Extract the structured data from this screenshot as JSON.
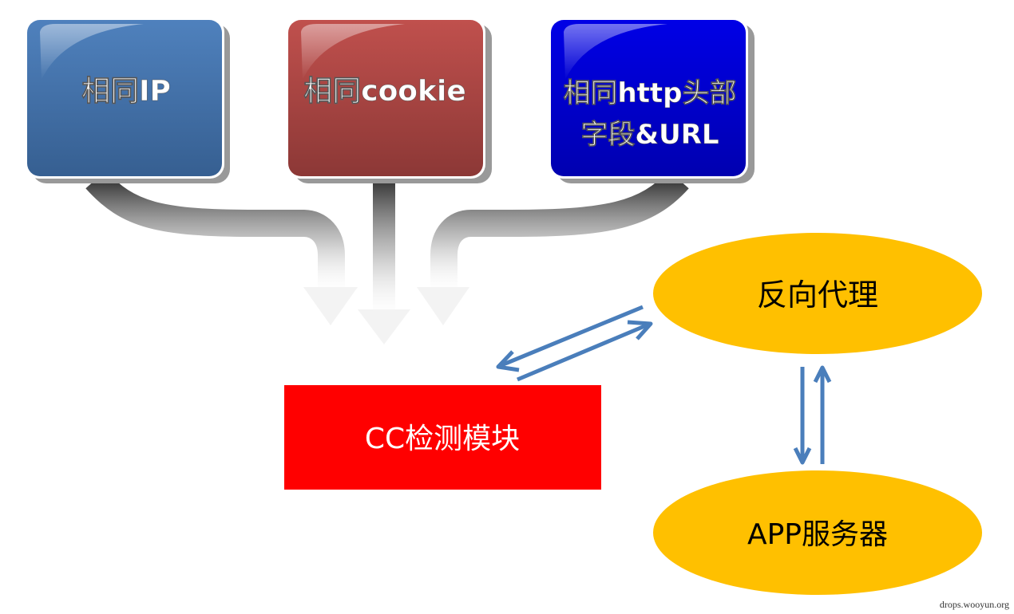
{
  "sources": [
    {
      "label_lines": [
        "相同IP"
      ],
      "color": "#3f6aa5"
    },
    {
      "label_lines": [
        "相同cookie"
      ],
      "color": "#9b3b3a"
    },
    {
      "label_lines": [
        "相同http头部",
        "字段&URL"
      ],
      "color": "#0000cc"
    }
  ],
  "detector": {
    "label": "CC检测模块",
    "color": "#ff0000"
  },
  "proxy": {
    "label": "反向代理",
    "color": "#ffc000"
  },
  "server": {
    "label": "APP服务器",
    "color": "#ffc000"
  },
  "connector_color": "#4a7ebb",
  "watermark": "drops.wooyun.org"
}
